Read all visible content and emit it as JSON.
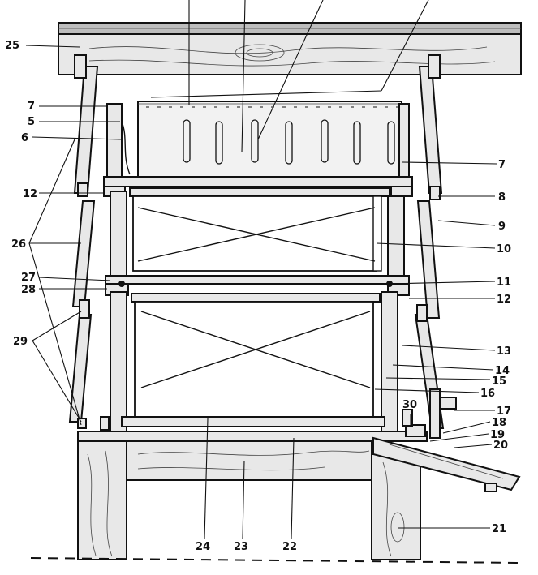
{
  "labels": {
    "l25": "25",
    "l7a": "7",
    "l5": "5",
    "l6": "6",
    "l12a": "12",
    "l26": "26",
    "l27": "27",
    "l28": "28",
    "l29": "29",
    "l7b": "7",
    "l8": "8",
    "l9": "9",
    "l10": "10",
    "l11": "11",
    "l12b": "12",
    "l13": "13",
    "l14": "14",
    "l15": "15",
    "l16": "16",
    "l17": "17",
    "l18": "18",
    "l19": "19",
    "l20": "20",
    "l21": "21",
    "l22": "22",
    "l23": "23",
    "l24": "24",
    "l30": "30"
  }
}
